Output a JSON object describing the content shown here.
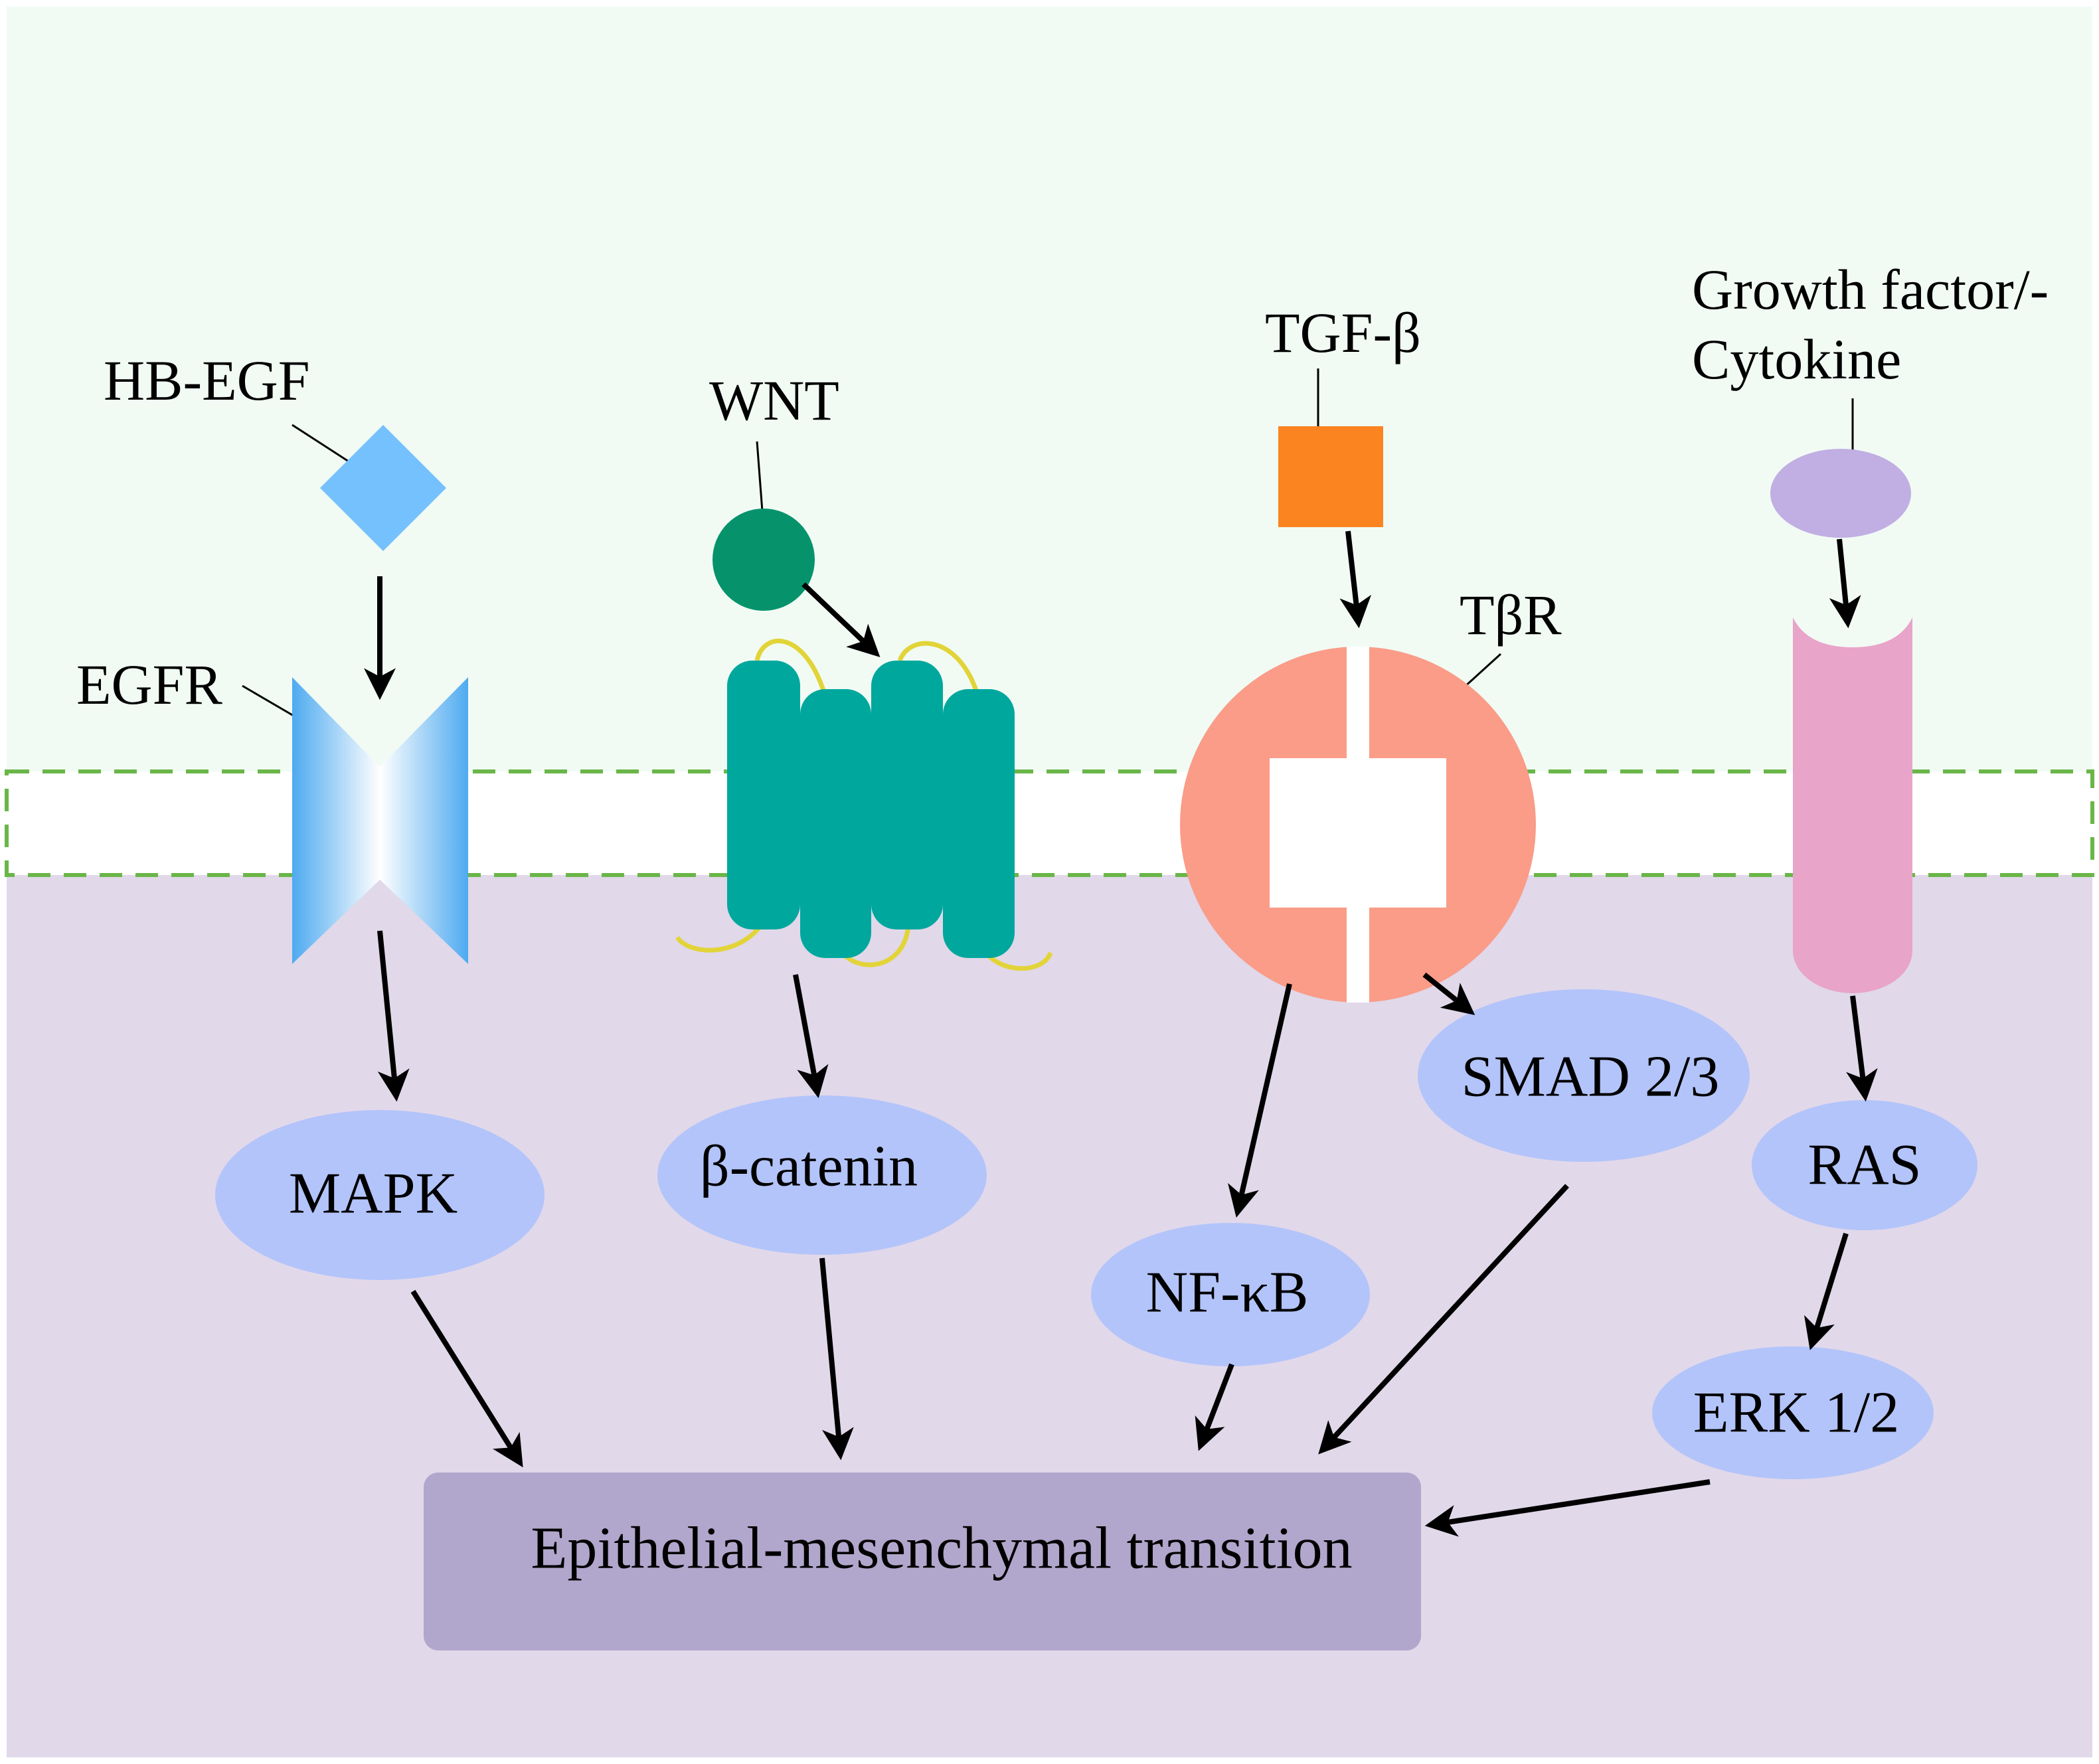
{
  "colors": {
    "extracellular": "#f1fbf4",
    "membrane": "#ffffff",
    "membrane_border": "#6ab648",
    "cytoplasm": "#e1d8ea",
    "node_fill": "#b3c4fa",
    "emt_fill": "#b1a6cb",
    "hbegf": "#74c1fd",
    "egfr": "#4eaaf0",
    "wnt": "#06936c",
    "frizzled": "#00a79d",
    "frizzled_loop": "#e2d438",
    "tgfb": "#fb8421",
    "tbr": "#fa9c88",
    "growth_factor": "#c1aee3",
    "gf_receptor": "#e8a4c9",
    "arrow": "#000000"
  },
  "ligands": {
    "hbegf": {
      "label": "HB-EGF",
      "shape": "diamond-icon"
    },
    "wnt": {
      "label": "WNT",
      "shape": "circle-icon"
    },
    "tgfb": {
      "label": "TGF-β",
      "shape": "square-icon"
    },
    "growth_factor": {
      "label_line1": "Growth factor/-",
      "label_line2": "Cytokine",
      "shape": "ellipse-icon"
    }
  },
  "receptors": {
    "egfr": {
      "label": "EGFR"
    },
    "frizzled": {
      "label": ""
    },
    "tbr": {
      "label": "TβR"
    },
    "gf_receptor": {
      "label": ""
    }
  },
  "nodes": {
    "mapk": "MAPK",
    "beta_catenin": "β-catenin",
    "smad": "SMAD 2/3",
    "nfkb": "NF-κB",
    "ras": "RAS",
    "erk": "ERK 1/2"
  },
  "outcome": {
    "label": "Epithelial-mesenchymal transition"
  },
  "edges": [
    {
      "from": "HB-EGF",
      "to": "EGFR"
    },
    {
      "from": "WNT",
      "to": "Frizzled"
    },
    {
      "from": "TGF-β",
      "to": "TβR"
    },
    {
      "from": "Growth factor/-Cytokine",
      "to": "Receptor"
    },
    {
      "from": "EGFR",
      "to": "MAPK"
    },
    {
      "from": "Frizzled",
      "to": "β-catenin"
    },
    {
      "from": "TβR",
      "to": "SMAD 2/3"
    },
    {
      "from": "TβR",
      "to": "NF-κB"
    },
    {
      "from": "Receptor",
      "to": "RAS"
    },
    {
      "from": "RAS",
      "to": "ERK 1/2"
    },
    {
      "from": "MAPK",
      "to": "Epithelial-mesenchymal transition"
    },
    {
      "from": "β-catenin",
      "to": "Epithelial-mesenchymal transition"
    },
    {
      "from": "NF-κB",
      "to": "Epithelial-mesenchymal transition"
    },
    {
      "from": "SMAD 2/3",
      "to": "Epithelial-mesenchymal transition"
    },
    {
      "from": "ERK 1/2",
      "to": "Epithelial-mesenchymal transition"
    }
  ]
}
